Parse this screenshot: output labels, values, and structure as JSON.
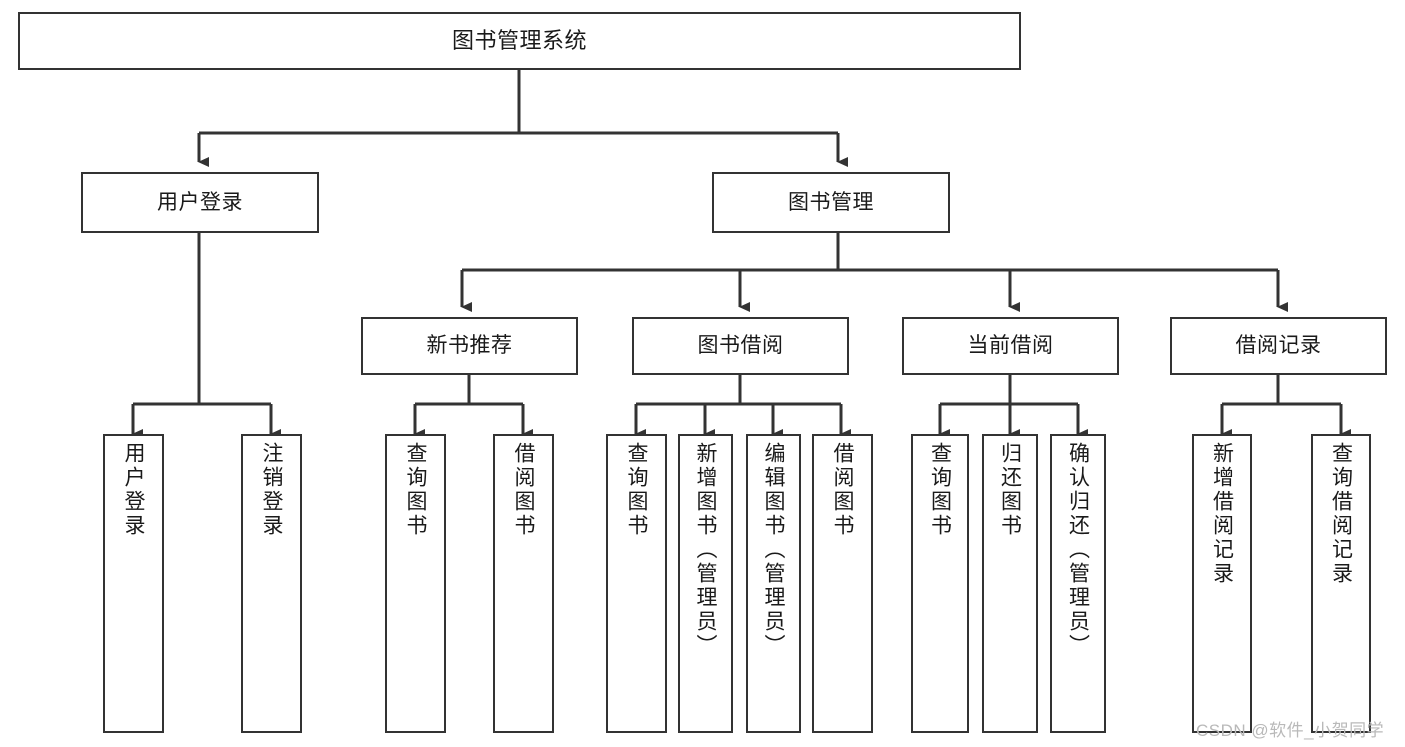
{
  "diagram": {
    "title": "图书管理系统",
    "type": "tree",
    "watermark": "CSDN @软件_小贺同学",
    "colors": {
      "stroke": "#333333",
      "box_fill": "#ffffff",
      "text": "#1a1a1a",
      "background": "#ffffff",
      "watermark": "#b9b9b9"
    },
    "nodes": {
      "root": {
        "label": "图书管理系统",
        "orientation": "horizontal"
      },
      "level1": [
        {
          "label": "用户登录",
          "orientation": "horizontal"
        },
        {
          "label": "图书管理",
          "orientation": "horizontal"
        }
      ],
      "level2": [
        {
          "label": "新书推荐",
          "orientation": "horizontal"
        },
        {
          "label": "图书借阅",
          "orientation": "horizontal"
        },
        {
          "label": "当前借阅",
          "orientation": "horizontal"
        },
        {
          "label": "借阅记录",
          "orientation": "horizontal"
        }
      ],
      "leaves": [
        {
          "label": "用户登录",
          "orientation": "vertical",
          "parent": "用户登录"
        },
        {
          "label": "注销登录",
          "orientation": "vertical",
          "parent": "用户登录"
        },
        {
          "label": "查询图书",
          "orientation": "vertical",
          "parent": "新书推荐"
        },
        {
          "label": "借阅图书",
          "orientation": "vertical",
          "parent": "新书推荐"
        },
        {
          "label": "查询图书",
          "orientation": "vertical",
          "parent": "图书借阅"
        },
        {
          "label": "新增图书（管理员）",
          "orientation": "vertical",
          "parent": "图书借阅"
        },
        {
          "label": "编辑图书（管理员）",
          "orientation": "vertical",
          "parent": "图书借阅"
        },
        {
          "label": "借阅图书",
          "orientation": "vertical",
          "parent": "图书借阅"
        },
        {
          "label": "查询图书",
          "orientation": "vertical",
          "parent": "当前借阅"
        },
        {
          "label": "归还图书",
          "orientation": "vertical",
          "parent": "当前借阅"
        },
        {
          "label": "确认归还（管理员）",
          "orientation": "vertical",
          "parent": "当前借阅"
        },
        {
          "label": "新增借阅记录",
          "orientation": "vertical",
          "parent": "借阅记录"
        },
        {
          "label": "查询借阅记录",
          "orientation": "vertical",
          "parent": "借阅记录"
        }
      ]
    }
  }
}
